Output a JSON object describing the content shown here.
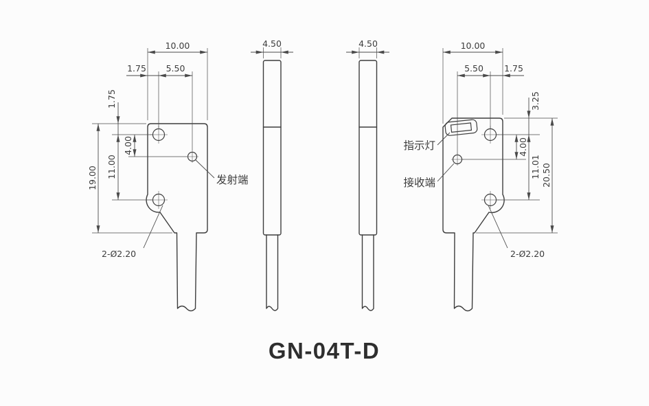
{
  "title": "GN-04T-D",
  "labels": {
    "emitter": "发射端",
    "indicator": "指示灯",
    "receiver": "接收端"
  },
  "emitter_view": {
    "dim_width": "10.00",
    "dim_left": "1.75",
    "dim_span": "5.50",
    "dim_top": "1.75",
    "dim_emitter": "4.00",
    "dim_pitch": "11.00",
    "dim_height": "19.00",
    "dim_holes": "2-Ø2.20"
  },
  "side_view_left": {
    "dim_thickness": "4.50"
  },
  "side_view_right": {
    "dim_thickness": "4.50"
  },
  "receiver_view": {
    "dim_width": "10.00",
    "dim_span": "5.50",
    "dim_right": "1.75",
    "dim_indicator": "3.25",
    "dim_receiver": "4.00",
    "dim_pitch": "11.01",
    "dim_height": "20.50",
    "dim_holes": "2-Ø2.20"
  },
  "colors": {
    "background": "#fcfcfc",
    "line": "#3d3d3d",
    "dimension": "#4a4a4a",
    "text": "#3c3c3c"
  }
}
